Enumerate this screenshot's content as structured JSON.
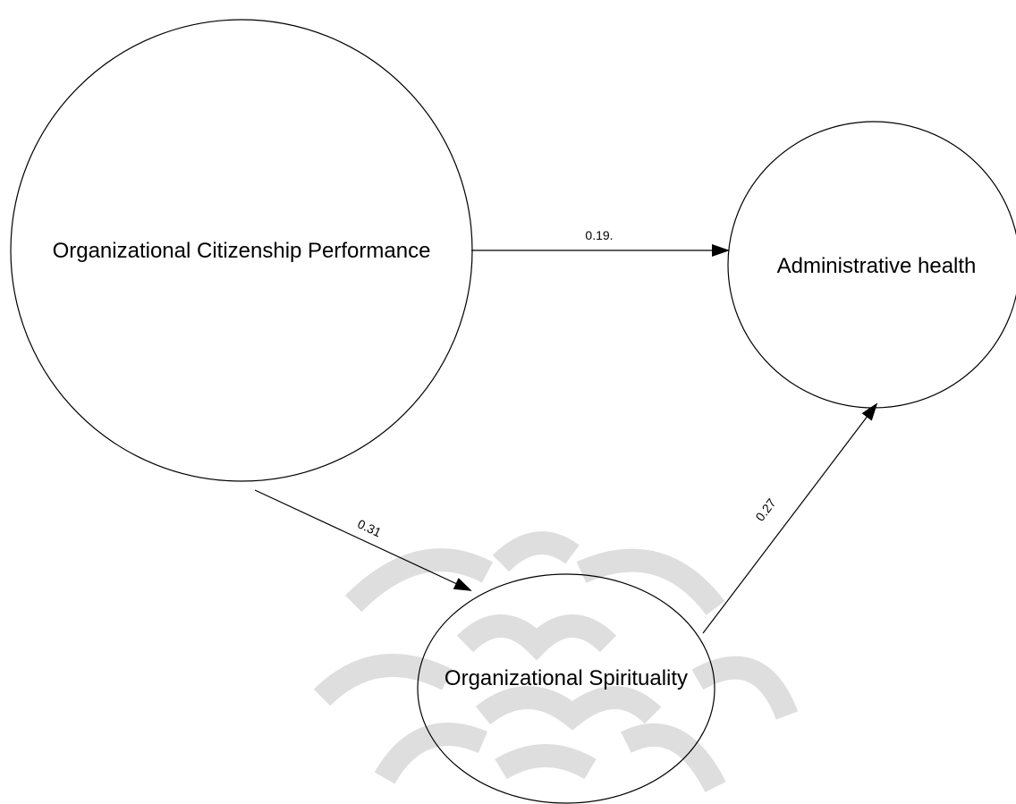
{
  "diagram": {
    "nodes": {
      "ocp": {
        "label": "Organizational Citizenship Performance"
      },
      "ah": {
        "label": "Administrative health"
      },
      "os": {
        "label": "Organizational Spirituality"
      }
    },
    "edges": {
      "ocp_to_ah": {
        "label": "0.19."
      },
      "ocp_to_os": {
        "label": "0.31"
      },
      "os_to_ah": {
        "label": "0.27"
      }
    }
  }
}
